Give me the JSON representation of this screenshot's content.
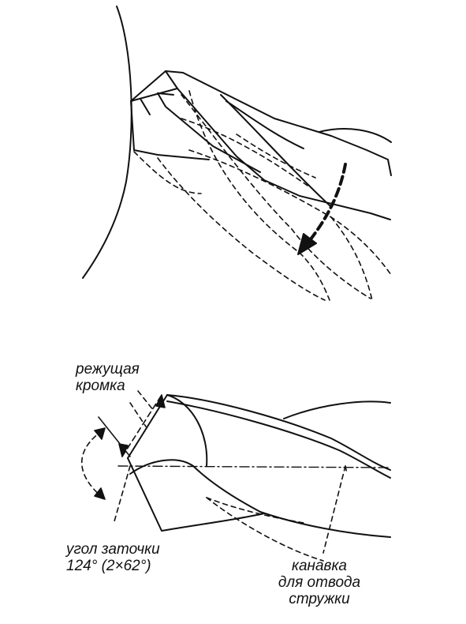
{
  "labels": {
    "cutting_edge": [
      "режущая",
      "кромка"
    ],
    "point_angle": [
      "угол заточки",
      "124° (2×62°)"
    ],
    "flute": [
      "канавка",
      "для отвода",
      "стружки"
    ]
  }
}
